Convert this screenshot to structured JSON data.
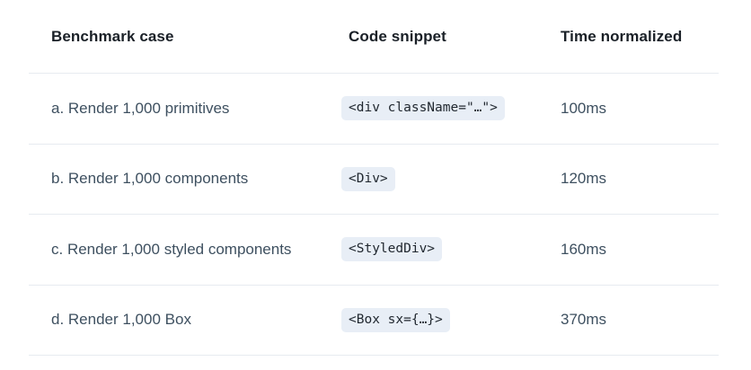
{
  "table": {
    "columns": [
      {
        "label": "Benchmark case"
      },
      {
        "label": "Code snippet"
      },
      {
        "label": "Time normalized"
      }
    ],
    "rows": [
      {
        "case": "a. Render 1,000 primitives",
        "code": "<div className=\"…\">",
        "time": "100ms"
      },
      {
        "case": "b. Render 1,000 components",
        "code": "<Div>",
        "time": "120ms"
      },
      {
        "case": "c. Render 1,000 styled components",
        "code": "<StyledDiv>",
        "time": "160ms"
      },
      {
        "case": "d. Render 1,000 Box",
        "code": "<Box sx={…}>",
        "time": "370ms"
      }
    ]
  },
  "colors": {
    "header_text": "#1A2027",
    "body_text": "#3E5060",
    "divider": "#E7EBF0",
    "code_chip_background": "#E8EEF6",
    "code_chip_text": "#1F262E"
  },
  "chart_data": {
    "type": "table",
    "columns": [
      "Benchmark case",
      "Code snippet",
      "Time normalized"
    ],
    "rows": [
      [
        "a. Render 1,000 primitives",
        "<div className=\"…\">",
        "100ms"
      ],
      [
        "b. Render 1,000 components",
        "<Div>",
        "120ms"
      ],
      [
        "c. Render 1,000 styled components",
        "<StyledDiv>",
        "160ms"
      ],
      [
        "d. Render 1,000 Box",
        "<Box sx={…}>",
        "370ms"
      ]
    ],
    "time_values_ms": [
      100,
      120,
      160,
      370
    ],
    "notes": "Benchmark comparison table; grid lines between rows, no vertical borders"
  }
}
